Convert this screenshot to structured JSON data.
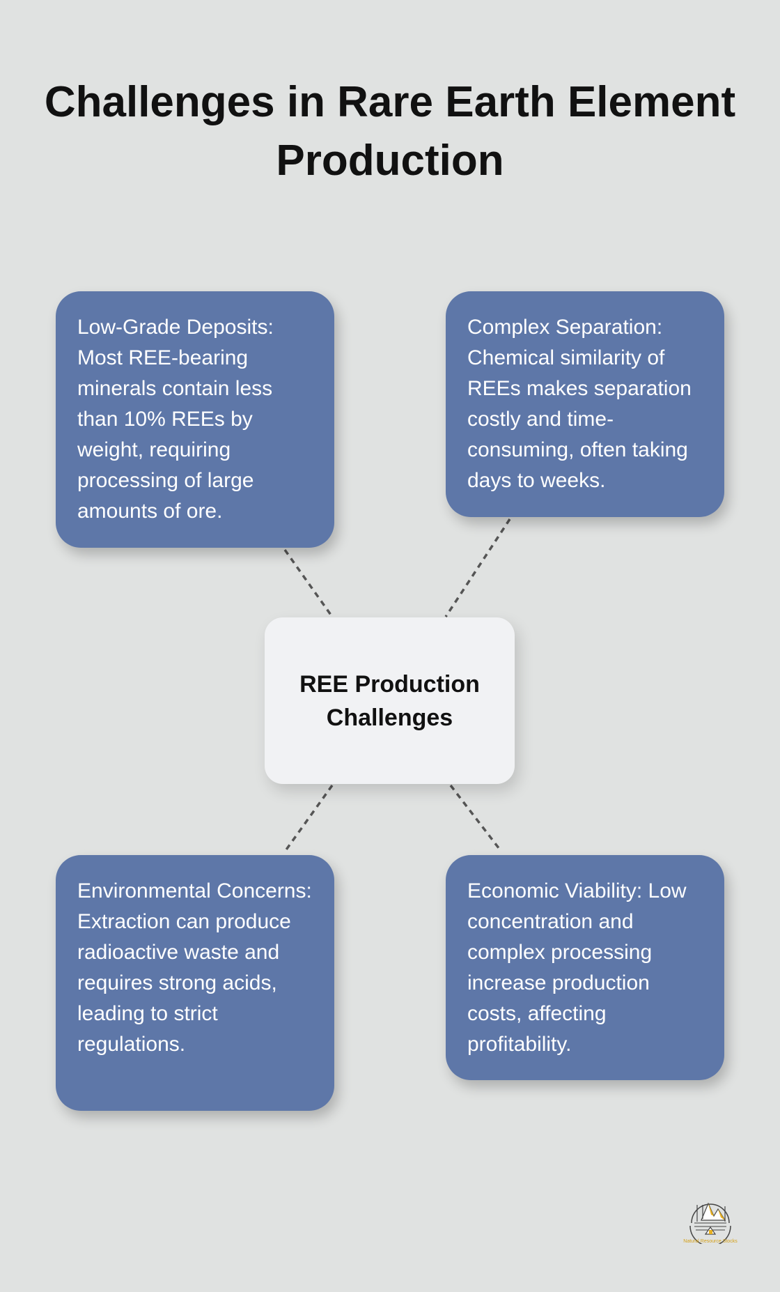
{
  "title": "Challenges in Rare Earth Element Production",
  "center": "REE Production Challenges",
  "cards": [
    "Low-Grade Deposits: Most REE-bearing minerals contain less than 10% REEs by weight, requiring processing of large amounts of ore.",
    "Complex Separation: Chemical similarity of REEs makes separation costly and time-consuming, often taking days to weeks.",
    "Environmental Concerns: Extraction can produce radioactive waste and requires strong acids, leading to strict regulations.",
    "Economic Viability: Low concentration and complex processing increase production costs, affecting profitability."
  ],
  "logo": {
    "text": "Natural Resource Stocks"
  },
  "colors": {
    "card": "#5e77a8",
    "background": "#e0e2e1",
    "center": "#f1f2f4",
    "accent": "#e8b020"
  }
}
